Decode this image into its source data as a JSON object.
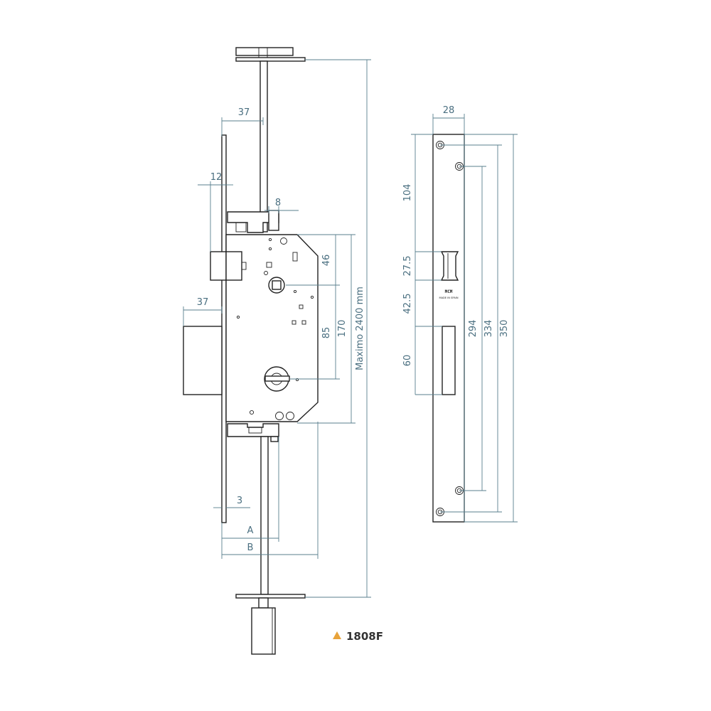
{
  "diagram": {
    "product_code": "1808F",
    "marker_color": "#e8a33a",
    "line_color": "#222222",
    "dimension_color": "#5a7f8e",
    "faceplate_brand": "MCM",
    "faceplate_origin": "MADE IN SPAIN",
    "dimensions": {
      "top_rod_offset": "37",
      "faceplate_depth": "12",
      "latch_offset": "8",
      "box_offset": "37",
      "spindle_distance": "46",
      "key_distance": "85",
      "case_height": "170",
      "max_height": "Maximo 2400 mm",
      "plate_thickness": "3",
      "label_a": "A",
      "label_b": "B",
      "plate_width": "28",
      "top_to_latch": "104",
      "latch_height": "27.5",
      "latch_to_bolt": "42.5",
      "bolt_height": "60",
      "inner_holes": "294",
      "middle_holes": "334",
      "plate_length": "350"
    }
  }
}
